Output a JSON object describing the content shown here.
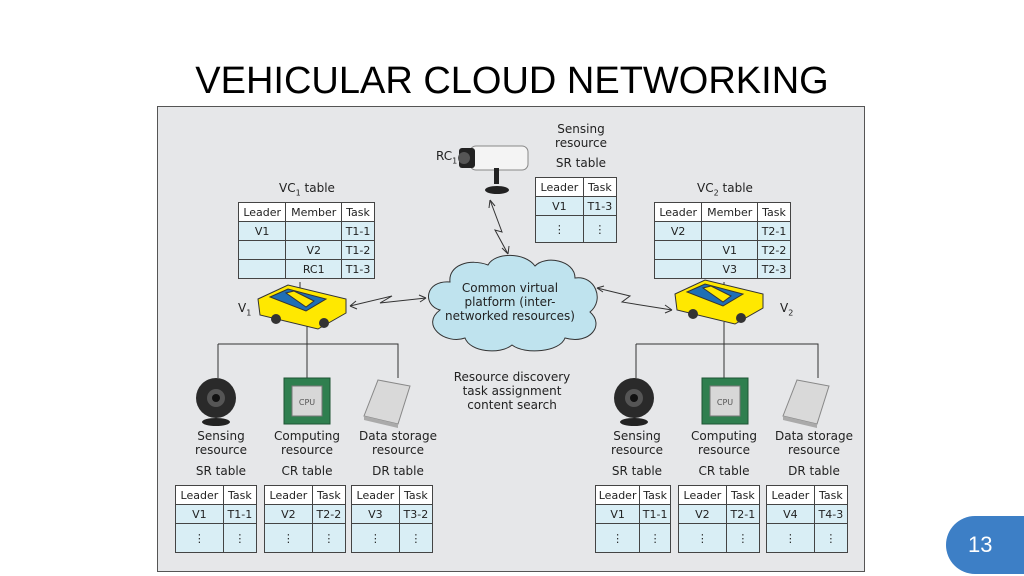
{
  "slide": {
    "title": "VEHICULAR CLOUD NETWORKING",
    "page_number": "13"
  },
  "diagram": {
    "rc_label_main": "RC",
    "rc_label_sub": "1",
    "top_sensing": {
      "label": "Sensing resource",
      "table_title": "SR table",
      "headers": [
        "Leader",
        "Task"
      ],
      "rows": [
        [
          "V1",
          "T1-3"
        ],
        [
          "⋮",
          "⋮"
        ]
      ]
    },
    "vc1": {
      "title_main": "VC",
      "title_sub": "1",
      "title_rest": " table",
      "headers": [
        "Leader",
        "Member",
        "Task"
      ],
      "rows": [
        [
          "V1",
          "",
          "T1-1"
        ],
        [
          "",
          "V2",
          "T1-2"
        ],
        [
          "",
          "RC1",
          "T1-3"
        ]
      ]
    },
    "vc2": {
      "title_main": "VC",
      "title_sub": "2",
      "title_rest": " table",
      "headers": [
        "Leader",
        "Member",
        "Task"
      ],
      "rows": [
        [
          "V2",
          "",
          "T2-1"
        ],
        [
          "",
          "V1",
          "T2-2"
        ],
        [
          "",
          "V3",
          "T2-3"
        ]
      ]
    },
    "v1_label_main": "V",
    "v1_label_sub": "1",
    "v2_label_main": "V",
    "v2_label_sub": "2",
    "cloud_text": "Common virtual platform (inter-networked resources)",
    "cloud_caption": "Resource discovery task assignment content search",
    "left_group": [
      {
        "label": "Sensing resource",
        "table_title": "SR table",
        "headers": [
          "Leader",
          "Task"
        ],
        "rows": [
          [
            "V1",
            "T1-1"
          ],
          [
            "⋮",
            "⋮"
          ]
        ]
      },
      {
        "label": "Computing resource",
        "table_title": "CR table",
        "headers": [
          "Leader",
          "Task"
        ],
        "rows": [
          [
            "V2",
            "T2-2"
          ],
          [
            "⋮",
            "⋮"
          ]
        ]
      },
      {
        "label": "Data storage resource",
        "table_title": "DR table",
        "headers": [
          "Leader",
          "Task"
        ],
        "rows": [
          [
            "V3",
            "T3-2"
          ],
          [
            "⋮",
            "⋮"
          ]
        ]
      }
    ],
    "right_group": [
      {
        "label": "Sensing resource",
        "table_title": "SR table",
        "headers": [
          "Leader",
          "Task"
        ],
        "rows": [
          [
            "V1",
            "T1-1"
          ],
          [
            "⋮",
            "⋮"
          ]
        ]
      },
      {
        "label": "Computing resource",
        "table_title": "CR table",
        "headers": [
          "Leader",
          "Task"
        ],
        "rows": [
          [
            "V2",
            "T2-1"
          ],
          [
            "⋮",
            "⋮"
          ]
        ]
      },
      {
        "label": "Data storage resource",
        "table_title": "DR table",
        "headers": [
          "Leader",
          "Task"
        ],
        "rows": [
          [
            "V4",
            "T4-3"
          ],
          [
            "⋮",
            "⋮"
          ]
        ]
      }
    ],
    "cpu_chip_text": "CPU",
    "colors": {
      "panel_bg": "#e6e7e9",
      "cell_bg": "#d9eef5",
      "cloud_fill": "#bfe3ee",
      "car_yellow": "#ffe800",
      "car_blue": "#1f6fb5",
      "page_badge": "#3d7fc6"
    },
    "icons": [
      "camera-icon",
      "webcam-icon",
      "cpu-chip-icon",
      "hard-drive-icon",
      "car-icon",
      "cloud-icon"
    ]
  }
}
